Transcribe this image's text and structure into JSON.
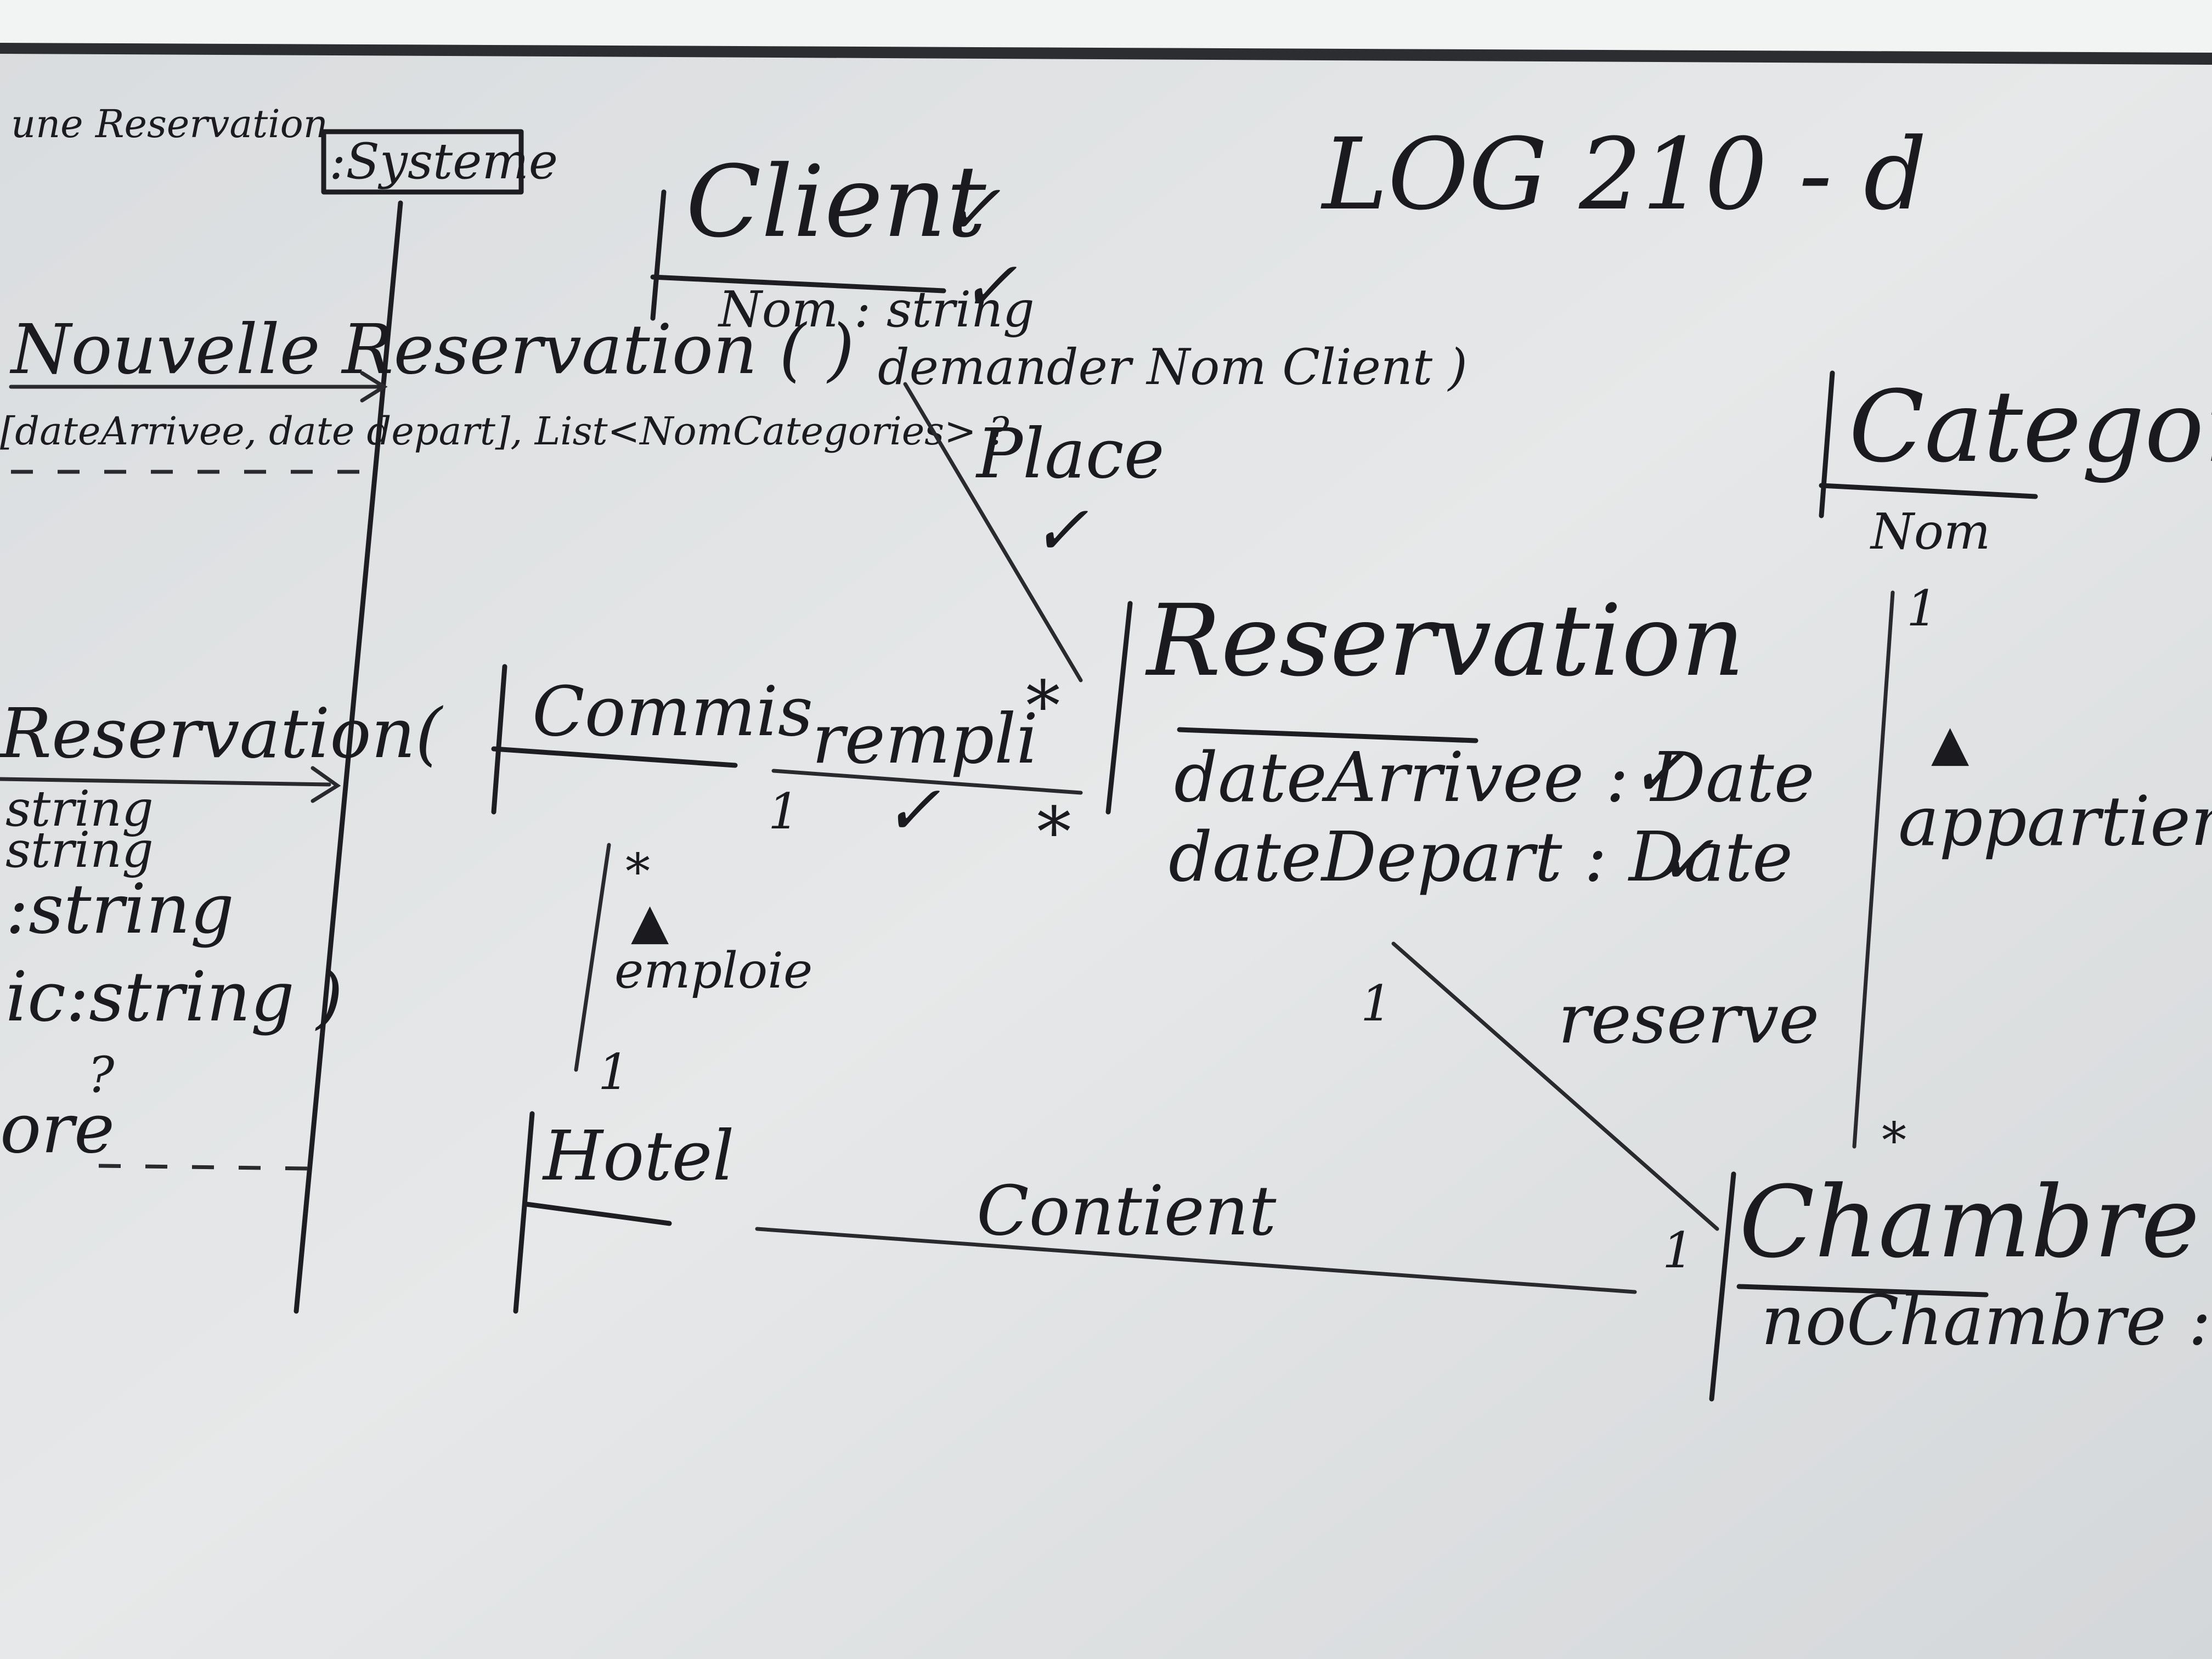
{
  "board_title": "LOG 210 - d",
  "sequence_diagram": {
    "heading_fragment": "une Reservation",
    "lifeline_label": ":Systeme",
    "msg1": "Nouvelle Reservation ( )",
    "msg2": "[dateArrivee, date depart], List<NomCategories> ?",
    "msg3": "Reservation(",
    "params": [
      "string",
      "string",
      ":string",
      "ic:string )"
    ],
    "q": "?",
    "return_fragment": "ore"
  },
  "classes": {
    "client": {
      "name": "Client",
      "attribute": "Nom : string"
    },
    "reservation": {
      "name": "Reservation",
      "attributes": [
        "dateArrivee : Date",
        "dateDepart : Date"
      ]
    },
    "categorie": {
      "name": "Categorie",
      "attribute": "Nom"
    },
    "commis": {
      "name": "Commis"
    },
    "hotel": {
      "name": "Hotel"
    },
    "chambre": {
      "name": "Chambre",
      "attribute": "noChambre : string"
    }
  },
  "associations": {
    "demander": "demander Nom Client )",
    "place": "Place",
    "rempli": "rempli",
    "emploie": "emploie",
    "reserve": "reserve",
    "appartenance": "appartienment",
    "contient": "Contient"
  },
  "multiplicities": {
    "one": "1",
    "many": "*",
    "triangle": "▲"
  },
  "check": "✓",
  "colors": {
    "ink": "#1e1e22",
    "board": "#e3e5e6",
    "frame": "#2b2d30"
  }
}
